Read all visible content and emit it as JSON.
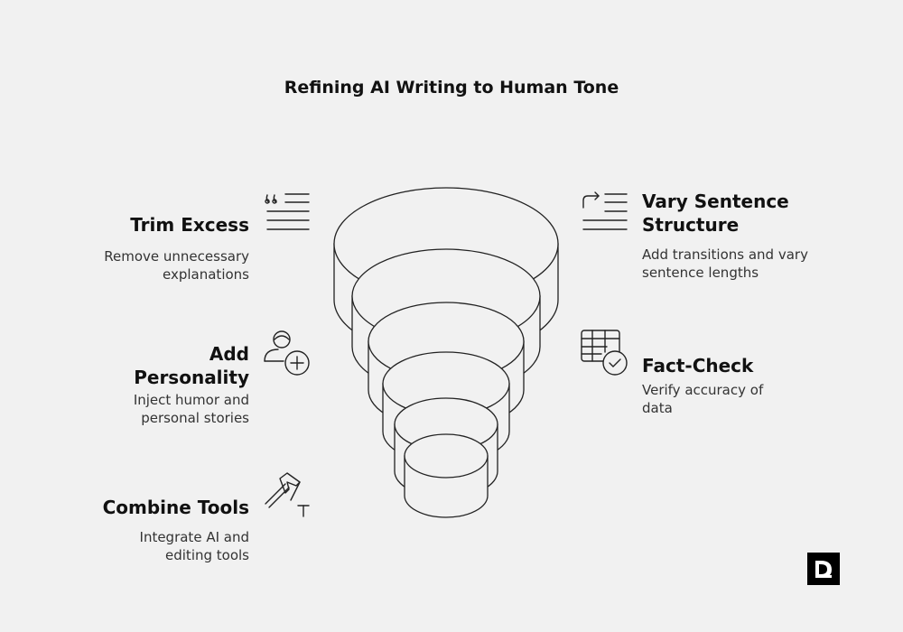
{
  "title": "Refining AI Writing to Human Tone",
  "steps": [
    {
      "heading": "Trim Excess",
      "description": "Remove unnecessary explanations",
      "icon": "quote-lines-icon"
    },
    {
      "heading": "Vary Sentence Structure",
      "description": "Add transitions and vary sentence lengths",
      "icon": "redirect-lines-icon"
    },
    {
      "heading": "Add Personality",
      "description": "Inject humor and personal stories",
      "icon": "add-user-icon"
    },
    {
      "heading": "Fact-Check",
      "description": "Verify accuracy of data",
      "icon": "table-check-icon"
    },
    {
      "heading": "Combine Tools",
      "description": "Integrate AI and editing tools",
      "icon": "hammer-nail-icon"
    }
  ],
  "colors": {
    "background": "#f1f1f1",
    "ink": "#111111",
    "stroke": "#222222"
  }
}
